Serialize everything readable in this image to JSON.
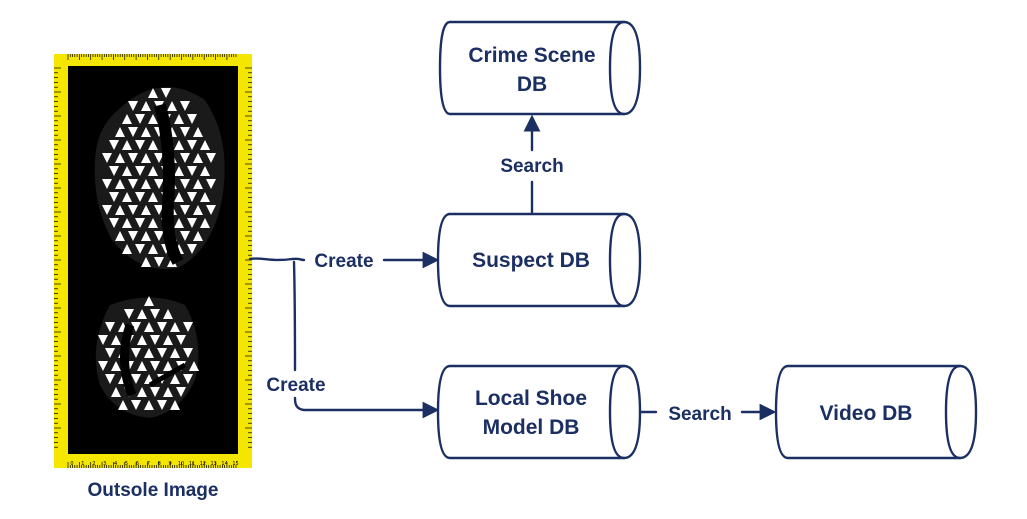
{
  "caption": "Outsole Image",
  "colors": {
    "ink": "#1c2f63",
    "ruler": "#f5e600",
    "scan_background": "#000000"
  },
  "nodes": {
    "crime_scene_db": {
      "line1": "Crime Scene",
      "line2": "DB"
    },
    "suspect_db": {
      "label": "Suspect DB"
    },
    "local_shoe_model_db": {
      "line1": "Local Shoe",
      "line2": "Model DB"
    },
    "video_db": {
      "label": "Video DB"
    }
  },
  "edges": {
    "create_to_suspect": "Create",
    "create_to_local": "Create",
    "suspect_to_crime": "Search",
    "local_to_video": "Search"
  },
  "ruler_numbers": [
    "0",
    "1",
    "2",
    "3",
    "4",
    "5",
    "6",
    "7",
    "8",
    "9",
    "10",
    "11",
    "12",
    "13",
    "14",
    "15"
  ]
}
